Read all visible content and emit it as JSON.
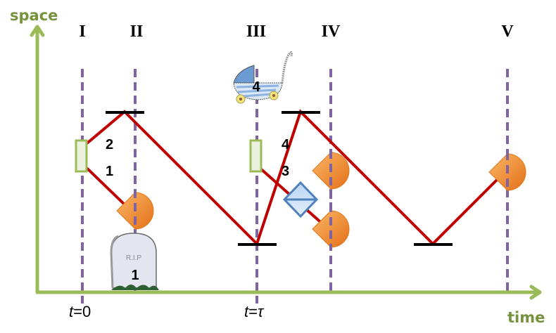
{
  "axes": {
    "y_label": "space",
    "x_label": "time",
    "color": "#9bbb59",
    "label_color": "#76923c"
  },
  "time_markers": [
    {
      "id": "I",
      "label": "I"
    },
    {
      "id": "II",
      "label": "II"
    },
    {
      "id": "III",
      "label": "III"
    },
    {
      "id": "IV",
      "label": "IV"
    },
    {
      "id": "V",
      "label": "V"
    }
  ],
  "time_labels": {
    "t0": {
      "var": "t",
      "eq": "=0"
    },
    "ttau": {
      "var": "t",
      "eq": "=",
      "sym": "τ"
    }
  },
  "photon_labels": {
    "first_source_upper": "2",
    "first_source_lower": "1",
    "second_source_upper": "4",
    "second_source_lower": "3",
    "tombstone": "1",
    "stroller": "4"
  },
  "tombstone_text": "R.I.P",
  "colors": {
    "photon_path": "#c00000",
    "mirror": "#000000",
    "time_slice": "#8064a2",
    "source_fill": "#ebf1de",
    "source_stroke": "#9bbb59",
    "detector": "#f79646",
    "beam_splitter": "#9dc3e6",
    "beam_splitter_stroke": "#4f81bd"
  }
}
